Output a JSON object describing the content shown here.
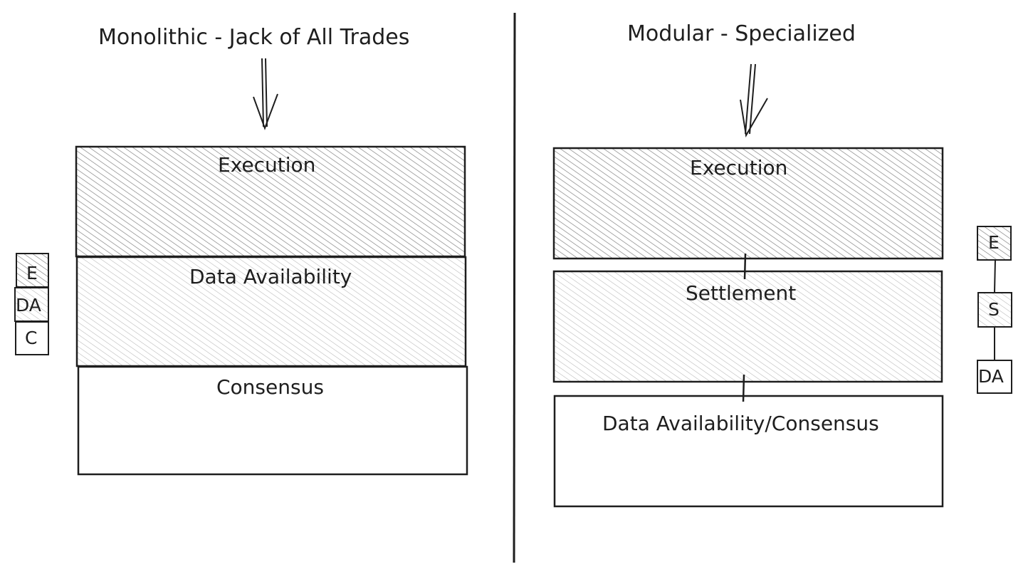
{
  "monolithic": {
    "title": "Monolithic - Jack of All Trades",
    "layers": [
      "Execution",
      "Data Availability",
      "Consensus"
    ],
    "mini_stack": [
      "E",
      "DA",
      "C"
    ]
  },
  "modular": {
    "title": "Modular - Specialized",
    "layers": [
      "Execution",
      "Settlement",
      "Data Availability/Consensus"
    ],
    "mini_stack": [
      "E",
      "S",
      "DA"
    ]
  },
  "colors": {
    "stroke": "#1e1e1e",
    "dense_hatch": "#7a7a7a",
    "light_hatch": "#b5b5b5"
  }
}
